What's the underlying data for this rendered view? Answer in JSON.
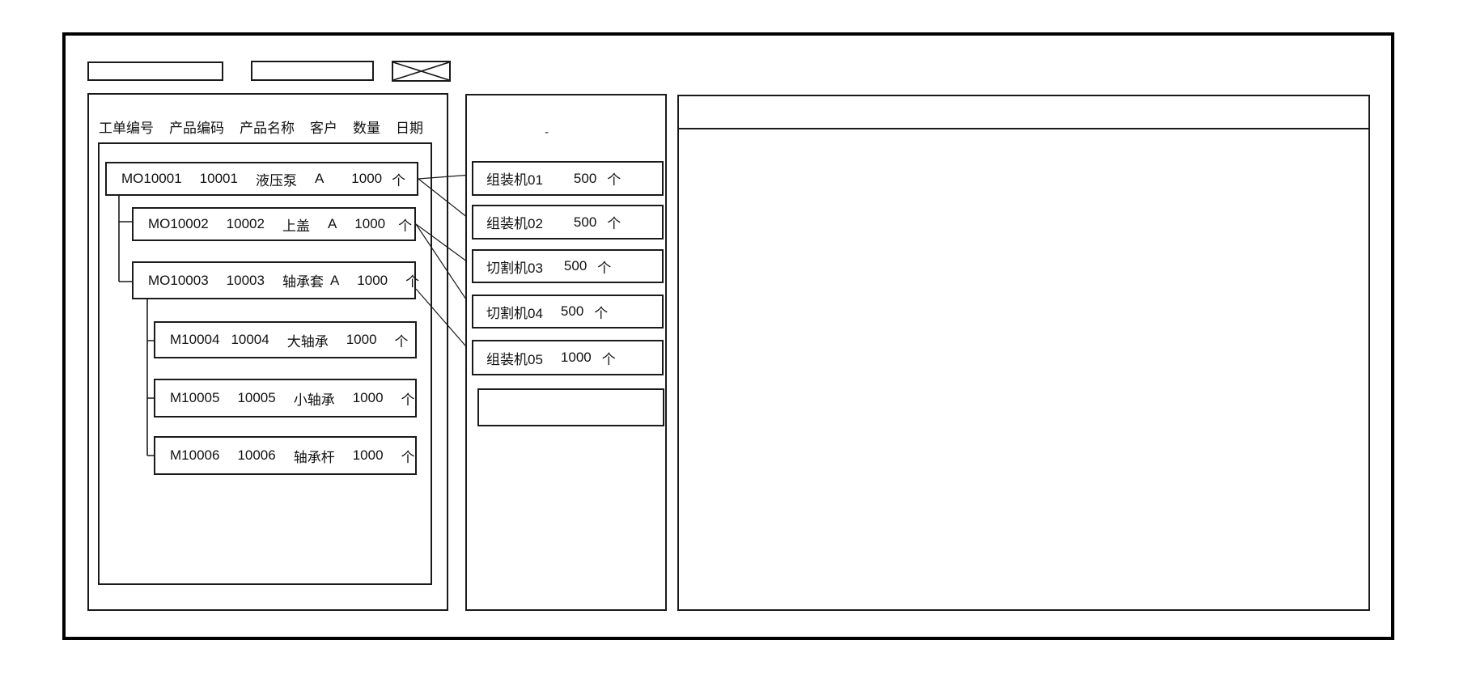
{
  "header_bar": {
    "field_1": "",
    "field_2": ""
  },
  "work_order_panel": {
    "columns": [
      "工单编号",
      "产品编码",
      "产品名称",
      "客户",
      "数量",
      "日期"
    ],
    "orders": [
      {
        "order_no": "MO10001",
        "product_code": "10001",
        "product_name": "液压泵",
        "customer": "A",
        "qty": "1000",
        "unit": "个"
      },
      {
        "order_no": "MO10002",
        "product_code": "10002",
        "product_name": "上盖",
        "customer": "A",
        "qty": "1000",
        "unit": "个"
      },
      {
        "order_no": "MO10003",
        "product_code": "10003",
        "product_name": "轴承套",
        "customer": "A",
        "qty": "1000",
        "unit": "个"
      },
      {
        "order_no": "M10004",
        "product_code": "10004",
        "product_name": "大轴承",
        "qty": "1000",
        "unit": "个"
      },
      {
        "order_no": "M10005",
        "product_code": "10005",
        "product_name": "小轴承",
        "qty": "1000",
        "unit": "个"
      },
      {
        "order_no": "M10006",
        "product_code": "10006",
        "product_name": "轴承杆",
        "qty": "1000",
        "unit": "个"
      }
    ]
  },
  "machine_panel": {
    "stray_mark": "-",
    "machines": [
      {
        "name": "组装机01",
        "qty": "500",
        "unit": "个"
      },
      {
        "name": "组装机02",
        "qty": "500",
        "unit": "个"
      },
      {
        "name": "切割机03",
        "qty": "500",
        "unit": "个"
      },
      {
        "name": "切割机04",
        "qty": "500",
        "unit": "个"
      },
      {
        "name": "组装机05",
        "qty": "1000",
        "unit": "个"
      },
      {
        "name": "",
        "qty": "",
        "unit": ""
      }
    ]
  },
  "assignments": [
    {
      "from": "MO10001",
      "to": "组装机01"
    },
    {
      "from": "MO10001",
      "to": "组装机02"
    },
    {
      "from": "MO10002",
      "to": "切割机03"
    },
    {
      "from": "MO10002",
      "to": "切割机04"
    },
    {
      "from": "MO10003",
      "to": "组装机05"
    }
  ],
  "detail_panel": {
    "header": ""
  }
}
